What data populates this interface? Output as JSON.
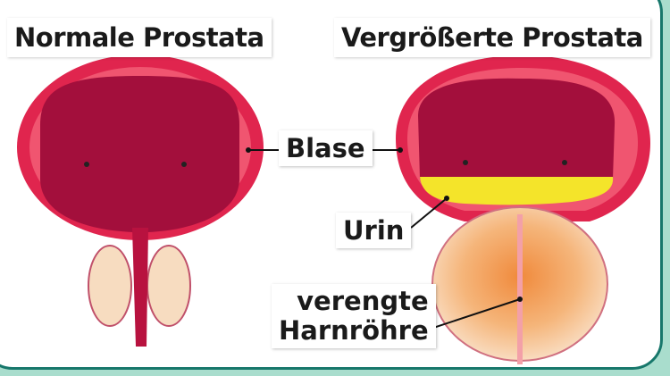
{
  "titles": {
    "normal": "Normale Prostata",
    "enlarged": "Vergrößerte Prostata"
  },
  "labels": {
    "bladder": "Blase",
    "urine": "Urin",
    "narrowed_urethra_line1": "verengte",
    "narrowed_urethra_line2": "Harnröhre"
  },
  "colors": {
    "frame": "#17776b",
    "background": "#a9ddcd",
    "bladder_wall": "#e0254e",
    "bladder_inner": "#a30f3c",
    "urine": "#f4e42a",
    "prostate_normal": "#f7dcc0",
    "prostate_enlarged": "#f2a060"
  }
}
